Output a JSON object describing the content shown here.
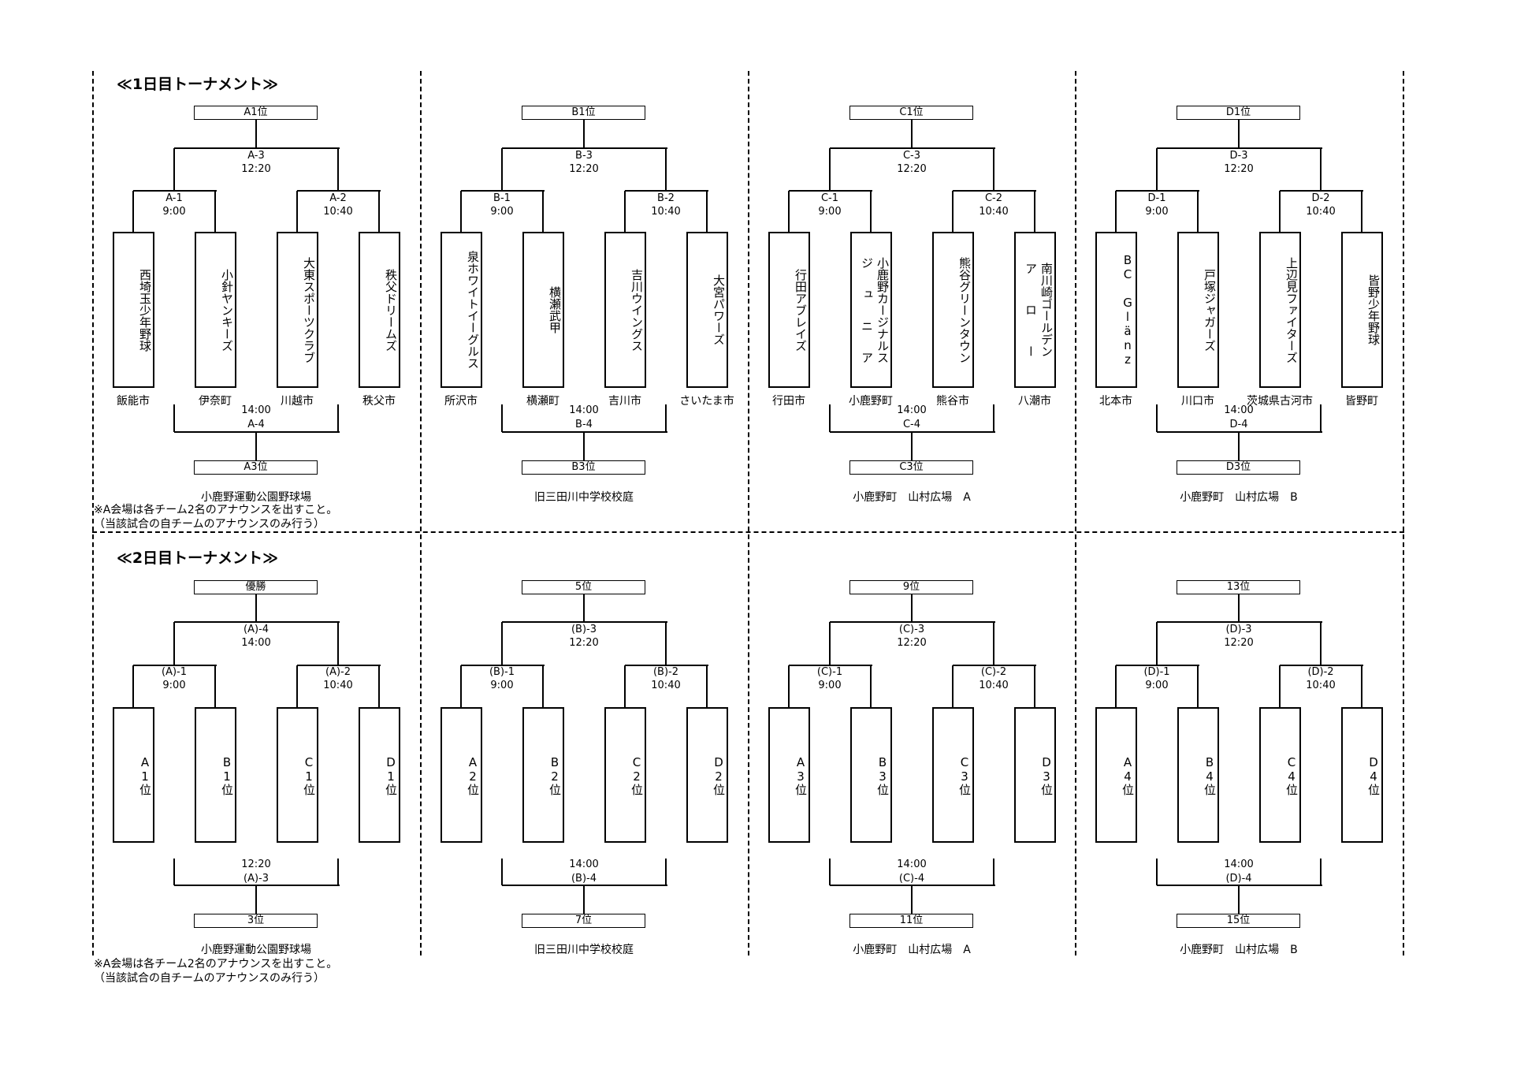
{
  "days": [
    {
      "title": "≪1日目トーナメント≫",
      "notes": [
        "※A会場は各チーム2名のアナウンスを出すこと。",
        "（当該試合の自チームのアナウンスのみ行う）"
      ],
      "sections": [
        {
          "top": "A1位",
          "final": {
            "code": "A-3",
            "time": "12:20"
          },
          "semis": [
            {
              "code": "A-1",
              "time": "9:00"
            },
            {
              "code": "A-2",
              "time": "10:40"
            }
          ],
          "teams": [
            {
              "name": "西埼玉少年野球",
              "city": "飯能市"
            },
            {
              "name": "小針ヤンキーズ",
              "city": "伊奈町"
            },
            {
              "name": "大東スポーツクラブ",
              "city": "川越市"
            },
            {
              "name": "秩父ドリームズ",
              "city": "秩父市"
            }
          ],
          "third": {
            "time": "14:00",
            "code": "A-4"
          },
          "bottom": "A3位",
          "venue": "小鹿野運動公園野球場"
        },
        {
          "top": "B1位",
          "final": {
            "code": "B-3",
            "time": "12:20"
          },
          "semis": [
            {
              "code": "B-1",
              "time": "9:00"
            },
            {
              "code": "B-2",
              "time": "10:40"
            }
          ],
          "teams": [
            {
              "name": "泉ホワイトイーグルス",
              "city": "所沢市"
            },
            {
              "name": "横瀬武甲",
              "city": "横瀬町"
            },
            {
              "name": "吉川ウイングス",
              "city": "吉川市"
            },
            {
              "name": "大宮パワーズ",
              "city": "さいたま市"
            }
          ],
          "third": {
            "time": "14:00",
            "code": "B-4"
          },
          "bottom": "B3位",
          "venue": "旧三田川中学校校庭"
        },
        {
          "top": "C1位",
          "final": {
            "code": "C-3",
            "time": "12:20"
          },
          "semis": [
            {
              "code": "C-1",
              "time": "9:00"
            },
            {
              "code": "C-2",
              "time": "10:40"
            }
          ],
          "teams": [
            {
              "name": "行田アブレイズ",
              "city": "行田市"
            },
            {
              "name": "小鹿野カージナルス\nジュニア",
              "city": "小鹿野町"
            },
            {
              "name": "熊谷グリーンタウン",
              "city": "熊谷市"
            },
            {
              "name": "南川崎ゴールデン\nアロー",
              "city": "八潮市"
            }
          ],
          "third": {
            "time": "14:00",
            "code": "C-4"
          },
          "bottom": "C3位",
          "venue": "小鹿野町　山村広場　A"
        },
        {
          "top": "D1位",
          "final": {
            "code": "D-3",
            "time": "12:20"
          },
          "semis": [
            {
              "code": "D-1",
              "time": "9:00"
            },
            {
              "code": "D-2",
              "time": "10:40"
            }
          ],
          "teams": [
            {
              "name": "BC Glänz",
              "city": "北本市"
            },
            {
              "name": "戸塚ジャガーズ",
              "city": "川口市"
            },
            {
              "name": "上辺見ファイターズ",
              "city": "茨城県古河市"
            },
            {
              "name": "皆野少年野球",
              "city": "皆野町"
            }
          ],
          "third": {
            "time": "14:00",
            "code": "D-4"
          },
          "bottom": "D3位",
          "venue": "小鹿野町　山村広場　B"
        }
      ]
    },
    {
      "title": "≪2日目トーナメント≫",
      "notes": [
        "※A会場は各チーム2名のアナウンスを出すこと。",
        "（当該試合の自チームのアナウンスのみ行う）"
      ],
      "sections": [
        {
          "top": "優勝",
          "final": {
            "code": "(A)-4",
            "time": "14:00"
          },
          "semis": [
            {
              "code": "(A)-1",
              "time": "9:00"
            },
            {
              "code": "(A)-2",
              "time": "10:40"
            }
          ],
          "teams": [
            {
              "name": "A1位"
            },
            {
              "name": "B1位"
            },
            {
              "name": "C1位"
            },
            {
              "name": "D1位"
            }
          ],
          "third": {
            "time": "12:20",
            "code": "(A)-3"
          },
          "bottom": "3位",
          "venue": "小鹿野運動公園野球場"
        },
        {
          "top": "5位",
          "final": {
            "code": "(B)-3",
            "time": "12:20"
          },
          "semis": [
            {
              "code": "(B)-1",
              "time": "9:00"
            },
            {
              "code": "(B)-2",
              "time": "10:40"
            }
          ],
          "teams": [
            {
              "name": "A2位"
            },
            {
              "name": "B2位"
            },
            {
              "name": "C2位"
            },
            {
              "name": "D2位"
            }
          ],
          "third": {
            "time": "14:00",
            "code": "(B)-4"
          },
          "bottom": "7位",
          "venue": "旧三田川中学校校庭"
        },
        {
          "top": "9位",
          "final": {
            "code": "(C)-3",
            "time": "12:20"
          },
          "semis": [
            {
              "code": "(C)-1",
              "time": "9:00"
            },
            {
              "code": "(C)-2",
              "time": "10:40"
            }
          ],
          "teams": [
            {
              "name": "A3位"
            },
            {
              "name": "B3位"
            },
            {
              "name": "C3位"
            },
            {
              "name": "D3位"
            }
          ],
          "third": {
            "time": "14:00",
            "code": "(C)-4"
          },
          "bottom": "11位",
          "venue": "小鹿野町　山村広場　A"
        },
        {
          "top": "13位",
          "final": {
            "code": "(D)-3",
            "time": "12:20"
          },
          "semis": [
            {
              "code": "(D)-1",
              "time": "9:00"
            },
            {
              "code": "(D)-2",
              "time": "10:40"
            }
          ],
          "teams": [
            {
              "name": "A4位"
            },
            {
              "name": "B4位"
            },
            {
              "name": "C4位"
            },
            {
              "name": "D4位"
            }
          ],
          "third": {
            "time": "14:00",
            "code": "(D)-4"
          },
          "bottom": "15位",
          "venue": "小鹿野町　山村広場　B"
        }
      ]
    }
  ]
}
